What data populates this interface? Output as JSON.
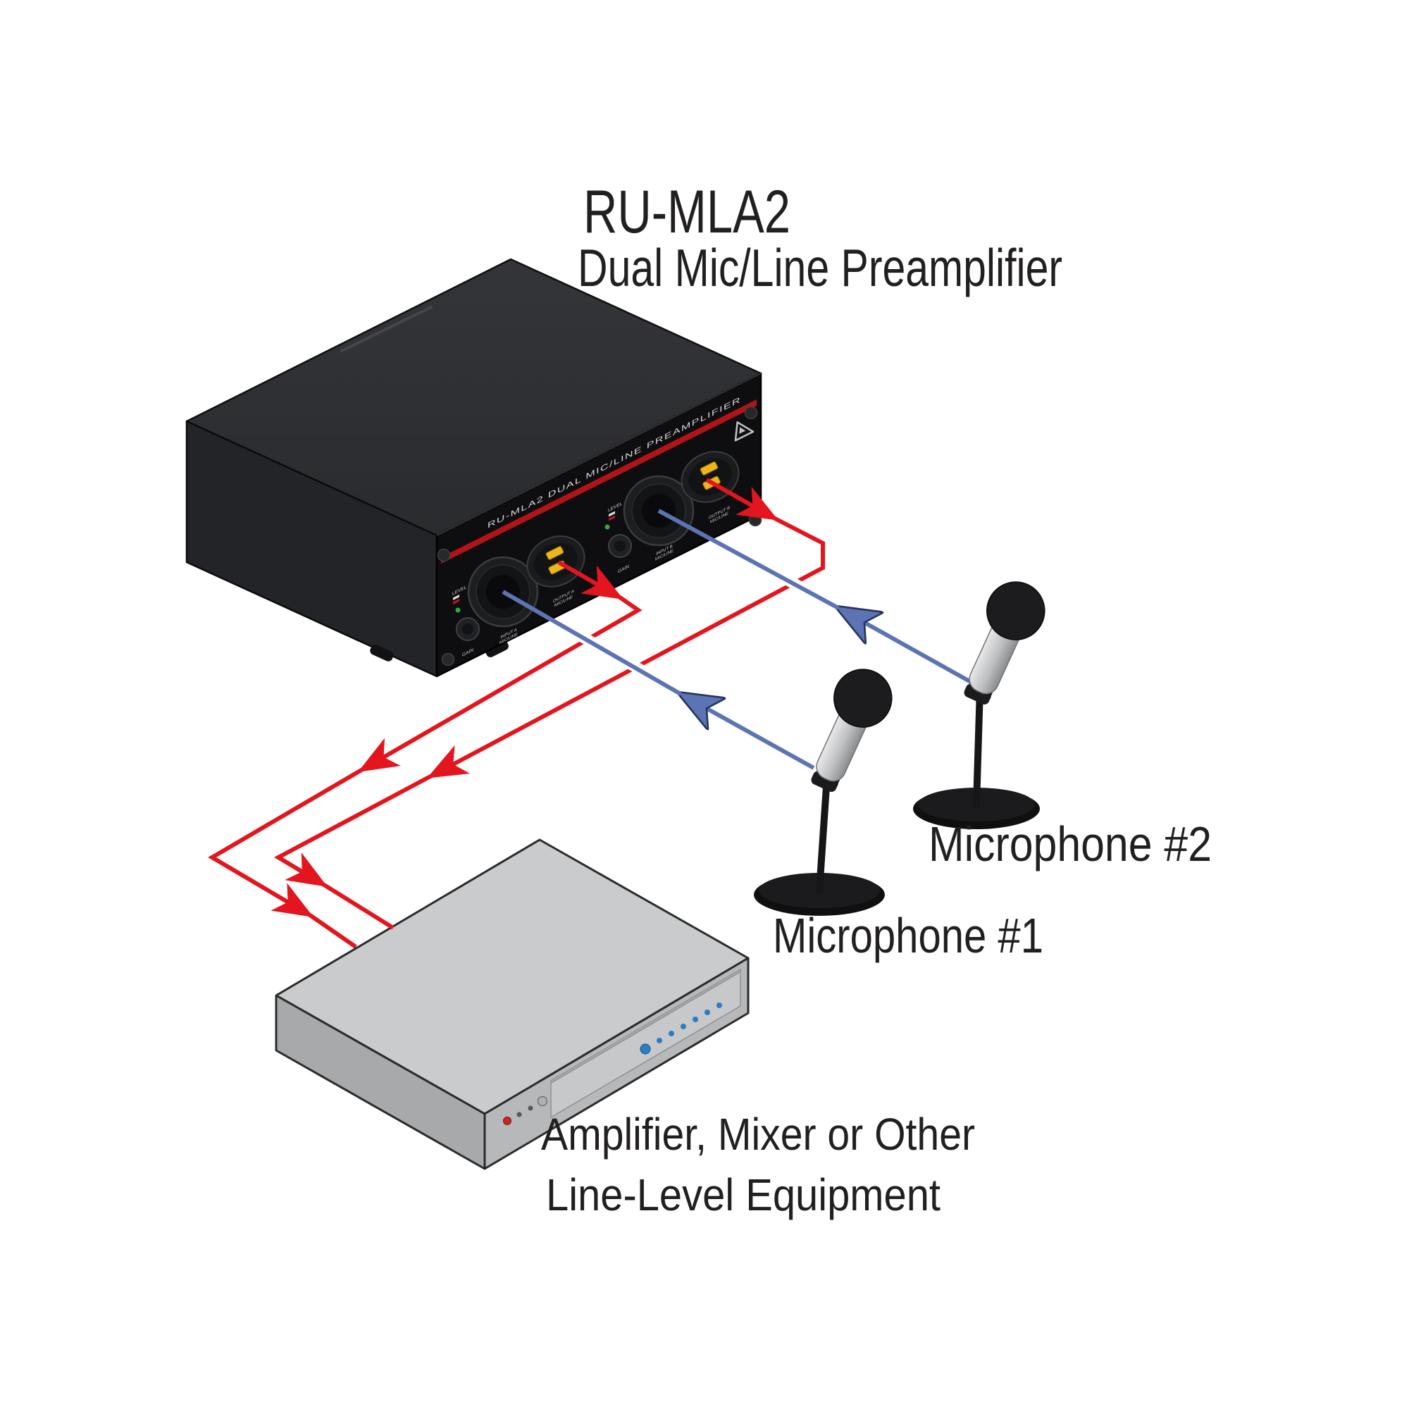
{
  "diagram": {
    "title": "RU-MLA2",
    "subtitle": "Dual Mic/Line Preamplifier",
    "mic1_label": "Microphone #1",
    "mic2_label": "Microphone #2",
    "amp_label_line1": "Amplifier, Mixer or Other",
    "amp_label_line2": "Line-Level Equipment"
  },
  "preamp_panel": {
    "panel_title": "RU-MLA2  DUAL MIC/LINE PREAMPLIFIER",
    "channel_a": {
      "level": "LEVEL",
      "gain": "GAIN",
      "input_l1": "INPUT A",
      "input_l2": "MIC/LINE",
      "output_l1": "OUTPUT A",
      "output_l2": "MIC/LINE"
    },
    "channel_b": {
      "level": "LEVEL",
      "gain": "GAIN",
      "input_l1": "INPUT B",
      "input_l2": "MIC/LINE",
      "output_l1": "OUTPUT B",
      "output_l2": "MIC/LINE"
    }
  },
  "colors": {
    "output_signal": "#E3151E",
    "input_signal": "#5C74B4",
    "text": "#221F20",
    "stripe": "#B01318",
    "chassis_dark": "#0E0E10",
    "amp_gray": "#C9CBCD"
  }
}
